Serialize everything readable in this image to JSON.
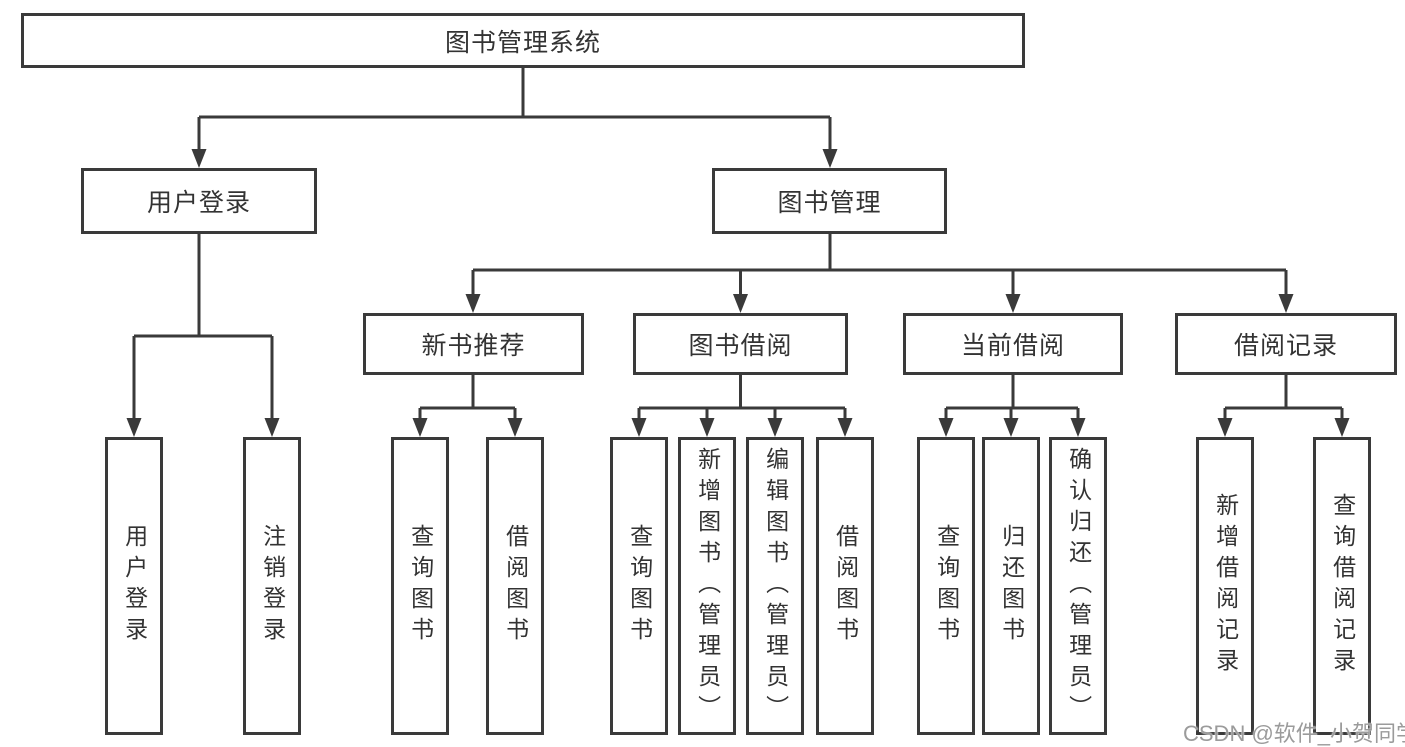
{
  "tree": {
    "root": {
      "label": "图书管理系统",
      "children": [
        {
          "label": "用户登录",
          "children": [
            {
              "label": "用户登录"
            },
            {
              "label": "注销登录"
            }
          ]
        },
        {
          "label": "图书管理",
          "children": [
            {
              "label": "新书推荐",
              "children": [
                {
                  "label": "查询图书"
                },
                {
                  "label": "借阅图书"
                }
              ]
            },
            {
              "label": "图书借阅",
              "children": [
                {
                  "label": "查询图书"
                },
                {
                  "label": "新增图书（管理员）"
                },
                {
                  "label": "编辑图书（管理员）"
                },
                {
                  "label": "借阅图书"
                }
              ]
            },
            {
              "label": "当前借阅",
              "children": [
                {
                  "label": "查询图书"
                },
                {
                  "label": "归还图书"
                },
                {
                  "label": "确认归还（管理员）"
                }
              ]
            },
            {
              "label": "借阅记录",
              "children": [
                {
                  "label": "新增借阅记录"
                },
                {
                  "label": "查询借阅记录"
                }
              ]
            }
          ]
        }
      ]
    }
  },
  "watermark": {
    "text": "CSDN @软件_小贺同学"
  },
  "colors": {
    "line": "#3a3a3a",
    "text": "#333333",
    "watermark": "#9b9b9b",
    "background": "#ffffff"
  }
}
